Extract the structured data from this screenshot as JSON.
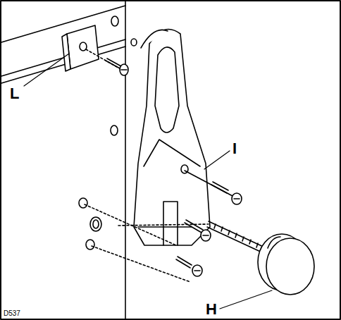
{
  "diagram": {
    "labels": [
      "L",
      "I",
      "H",
      "D537"
    ]
  }
}
